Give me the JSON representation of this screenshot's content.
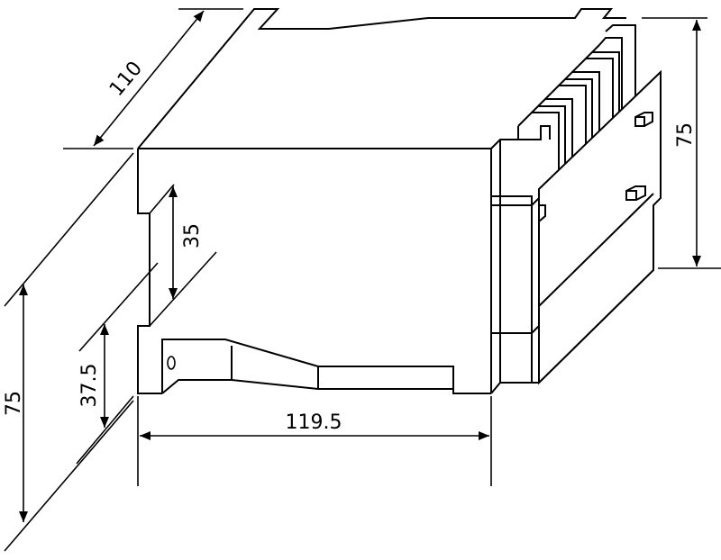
{
  "drawing": {
    "type": "dimensioned isometric enclosure drawing",
    "line_color": "#000000",
    "background": "#ffffff",
    "dimensions": {
      "depth": "110",
      "width": "119.5",
      "height_left": "75",
      "height_right": "75",
      "rail_slot": "35",
      "rail_offset": "37.5"
    }
  }
}
